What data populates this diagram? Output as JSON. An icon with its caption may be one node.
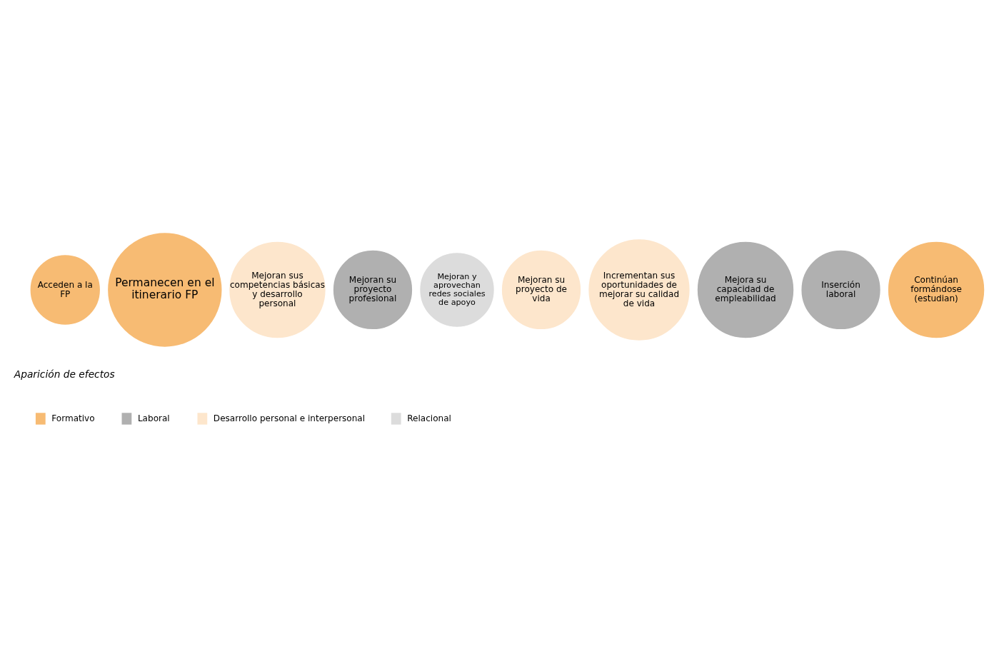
{
  "diagram": {
    "nodes": [
      {
        "text": [
          "Acceden a la FP"
        ]
      },
      {
        "text": [
          "Permanecen en el itinerario FP"
        ]
      },
      {
        "text": [
          "Mejoran sus competencias básicas y desarrollo personal"
        ]
      },
      {
        "text": [
          "Mejoran su proyecto profesional"
        ]
      },
      {
        "text": [
          "Mejoran y aprovechan redes sociales de apoyo"
        ]
      },
      {
        "text": [
          "Mejoran su proyecto de vida"
        ]
      },
      {
        "text": [
          "Incrementan sus oportunidades de mejorar su calidad de vida"
        ]
      },
      {
        "text": [
          "Mejora su capacidad de empleabilidad"
        ]
      },
      {
        "text": [
          "Inserción laboral"
        ]
      },
      {
        "text": [
          "Continúan formándose (estudian)"
        ]
      }
    ],
    "edges": [],
    "labels": [
      "Aparición de efectos"
    ],
    "legend": [
      {
        "text": "Formativo",
        "color": "#f7bb73"
      },
      {
        "text": "Laboral",
        "color": "#b0b0b0"
      },
      {
        "text": "Desarrollo personal e interpersonal",
        "color": "#fde6cc"
      },
      {
        "text": "Relacional",
        "color": "#dcdcdc"
      }
    ]
  }
}
